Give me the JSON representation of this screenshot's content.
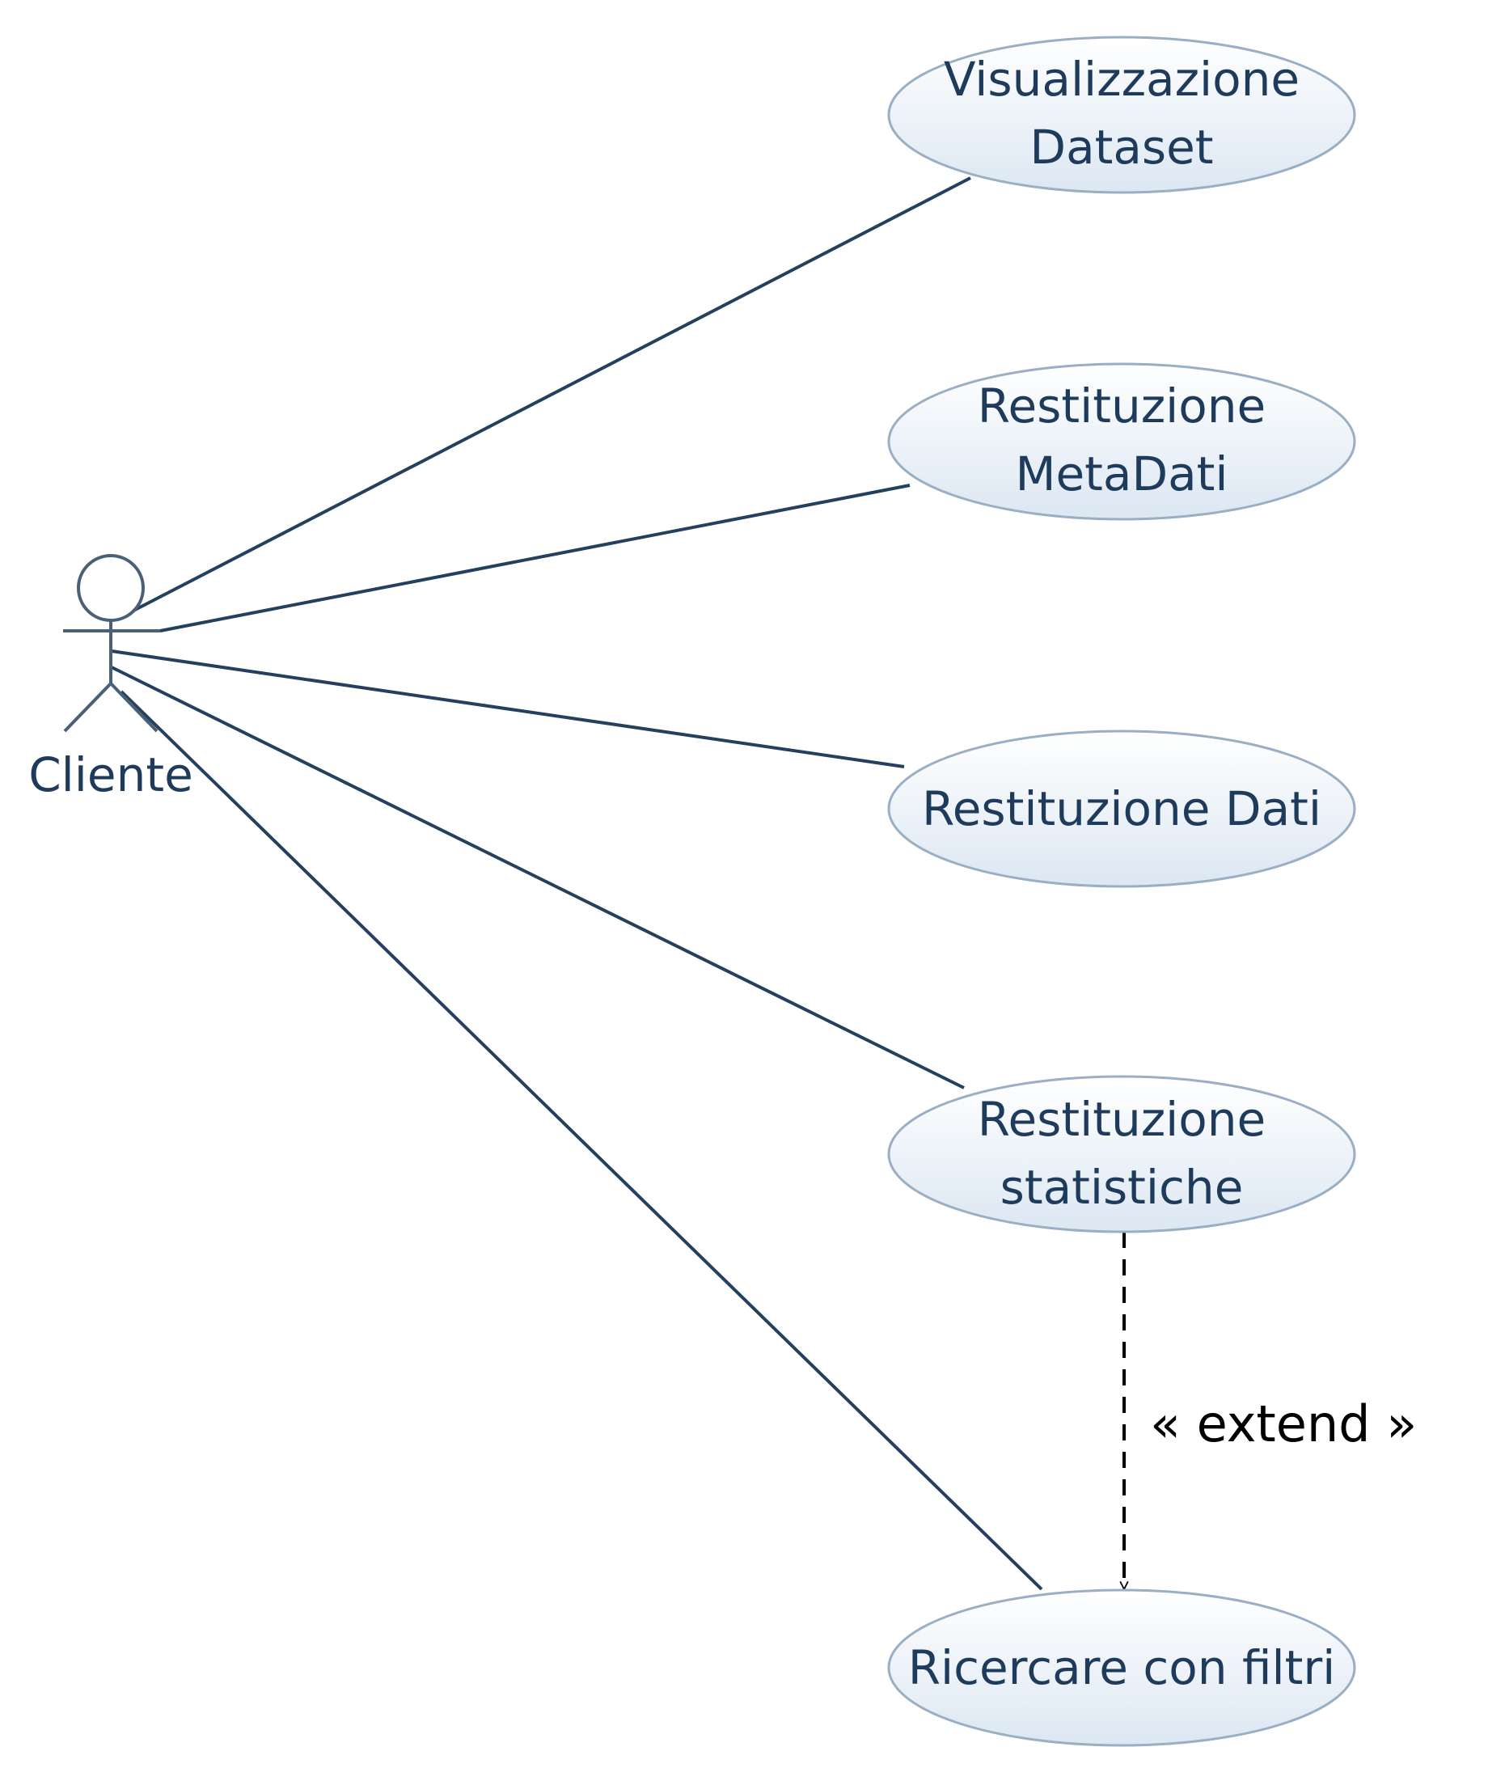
{
  "actor": {
    "name": "Cliente"
  },
  "use_cases": [
    {
      "id": "visualizzazione-dataset",
      "lines": [
        "Visualizzazione",
        "Dataset"
      ]
    },
    {
      "id": "restituzione-metadati",
      "lines": [
        "Restituzione",
        "MetaDati"
      ]
    },
    {
      "id": "restituzione-dati",
      "lines": [
        "Restituzione Dati"
      ]
    },
    {
      "id": "restituzione-statistiche",
      "lines": [
        "Restituzione",
        "statistiche"
      ]
    },
    {
      "id": "ricercare-con-filtri",
      "lines": [
        "Ricercare con filtri"
      ]
    }
  ],
  "relationships": [
    {
      "type": "extend",
      "label": "« extend »",
      "from": "restituzione-statistiche",
      "to": "ricercare-con-filtri"
    }
  ],
  "colors": {
    "line": "#24405f",
    "text": "#1f3b5c",
    "usecase_fill_top": "#ffffff",
    "usecase_fill_bottom": "#dce7f2",
    "usecase_border": "#9aaec4",
    "extend": "#000000"
  }
}
